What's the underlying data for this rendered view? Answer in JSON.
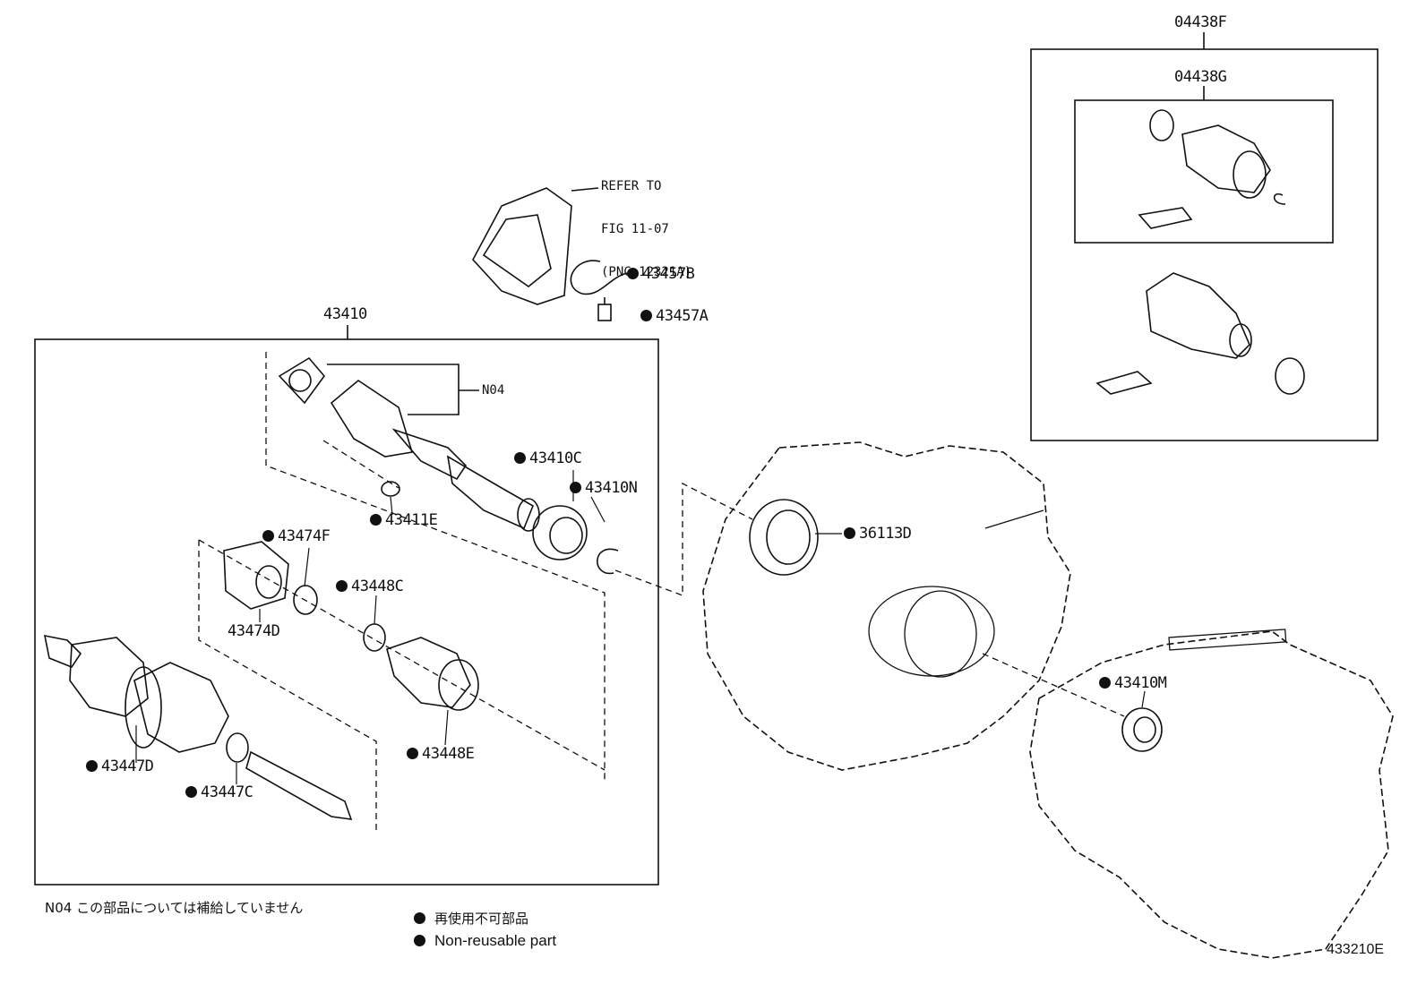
{
  "diagram_id": "433210E",
  "refer_note": {
    "line1": "REFER TO",
    "line2": "FIG 11-07",
    "line3": "(PNC 12321A)"
  },
  "labels": {
    "p04438F": "04438F",
    "p04438G": "04438G",
    "p43410": "43410",
    "p43457B": "43457B",
    "p43457A": "43457A",
    "n04_tag": "N04",
    "p43410C": "43410C",
    "p43410N": "43410N",
    "p43411E": "43411E",
    "p43474F": "43474F",
    "p43448C": "43448C",
    "p43474D": "43474D",
    "p36113D": "36113D",
    "p43410M": "43410M",
    "p43448E": "43448E",
    "p43447D": "43447D",
    "p43447C": "43447C"
  },
  "footnote": "N04 この部品については補給していません",
  "legend": {
    "jp": "再使用不可部品",
    "en": "Non-reusable part"
  }
}
